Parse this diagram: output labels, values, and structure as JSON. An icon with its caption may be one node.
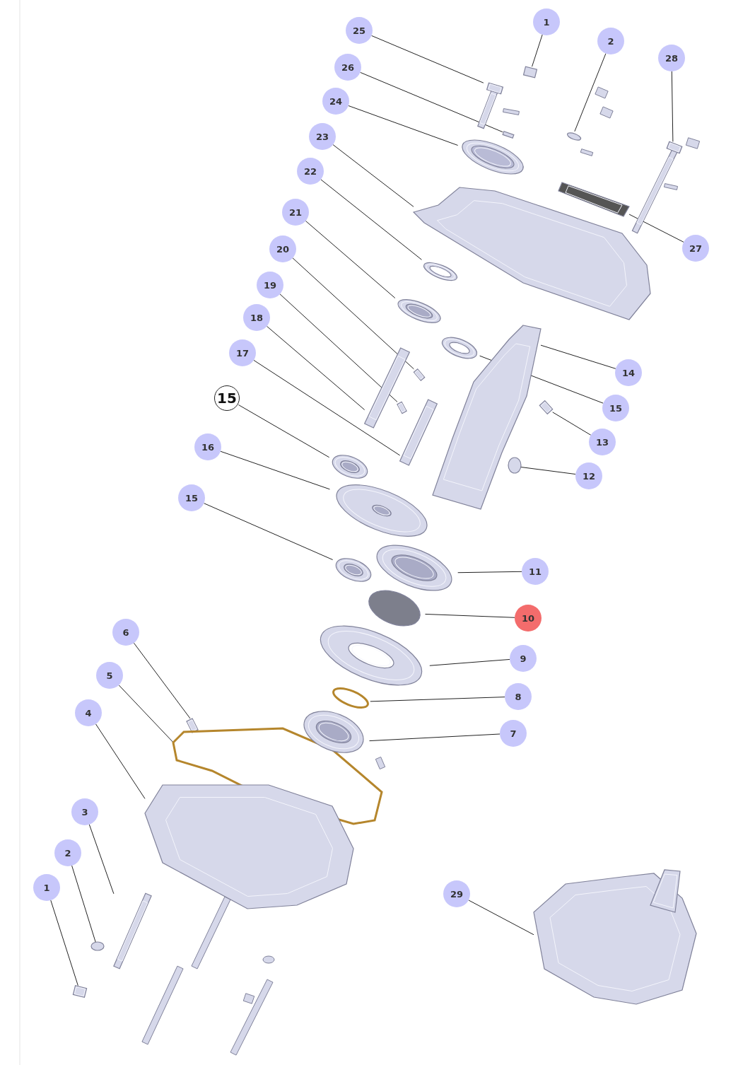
{
  "diagram": {
    "nodes": [
      {
        "text": [
          "1"
        ]
      },
      {
        "text": [
          "25"
        ]
      },
      {
        "text": [
          "2"
        ]
      },
      {
        "text": [
          "28"
        ]
      },
      {
        "text": [
          "26"
        ]
      },
      {
        "text": [
          "24"
        ]
      },
      {
        "text": [
          "23"
        ]
      },
      {
        "text": [
          "22"
        ]
      },
      {
        "text": [
          "21"
        ]
      },
      {
        "text": [
          "27"
        ]
      },
      {
        "text": [
          "20"
        ]
      },
      {
        "text": [
          "19"
        ]
      },
      {
        "text": [
          "18"
        ]
      },
      {
        "text": [
          "17"
        ]
      },
      {
        "text": [
          "14"
        ]
      },
      {
        "text": [
          "15"
        ]
      },
      {
        "text": [
          "15"
        ]
      },
      {
        "text": [
          "13"
        ]
      },
      {
        "text": [
          "16"
        ]
      },
      {
        "text": [
          "12"
        ]
      },
      {
        "text": [
          "15"
        ]
      },
      {
        "text": [
          "11"
        ]
      },
      {
        "text": [
          "10"
        ]
      },
      {
        "text": [
          "6"
        ]
      },
      {
        "text": [
          "9"
        ]
      },
      {
        "text": [
          "5"
        ]
      },
      {
        "text": [
          "8"
        ]
      },
      {
        "text": [
          "4"
        ]
      },
      {
        "text": [
          "7"
        ]
      },
      {
        "text": [
          "3"
        ]
      },
      {
        "text": [
          "2"
        ]
      },
      {
        "text": [
          "1"
        ]
      },
      {
        "text": [
          "29"
        ]
      },
      {
        "text": [],
        "shape": "box"
      },
      {
        "text": [],
        "shape": "picture"
      },
      {
        "text": [],
        "shape": "circle"
      },
      {
        "text": [],
        "shape": "picture"
      },
      {
        "text": [],
        "shape": "box"
      },
      {
        "text": [],
        "shape": "picture"
      },
      {
        "text": [],
        "shape": "picture"
      },
      {
        "text": [],
        "shape": "picture"
      },
      {
        "text": [],
        "shape": "picture"
      },
      {
        "text": [],
        "shape": "picture"
      },
      {
        "text": [],
        "shape": "picture"
      },
      {
        "text": [],
        "shape": "picture"
      },
      {
        "text": [],
        "shape": "picture"
      },
      {
        "text": [],
        "shape": "picture"
      },
      {
        "text": [],
        "shape": "picture"
      },
      {
        "text": [],
        "shape": "picture"
      },
      {
        "text": [],
        "shape": "picture"
      },
      {
        "text": [],
        "shape": "picture"
      },
      {
        "text": [],
        "shape": "picture"
      },
      {
        "text": [],
        "shape": "circle"
      },
      {
        "text": [],
        "shape": "picture"
      },
      {
        "text": [],
        "shape": "picture"
      },
      {
        "text": [],
        "shape": "circle"
      },
      {
        "text": [],
        "shape": "picture"
      },
      {
        "text": [],
        "shape": "picture"
      },
      {
        "text": [],
        "shape": "picture"
      },
      {
        "text": [],
        "shape": "circle"
      },
      {
        "text": [],
        "shape": "picture"
      },
      {
        "text": [],
        "shape": "picture"
      },
      {
        "text": [],
        "shape": "picture"
      },
      {
        "text": [],
        "shape": "circle"
      },
      {
        "text": [],
        "shape": "picture"
      },
      {
        "text": [],
        "shape": "picture"
      }
    ],
    "edges": [
      {
        "from": 0,
        "to": 33,
        "arrow": "none"
      },
      {
        "from": 1,
        "to": 34,
        "arrow": "none"
      },
      {
        "from": 2,
        "to": 35,
        "arrow": "none"
      },
      {
        "from": 3,
        "to": 36,
        "arrow": "none"
      },
      {
        "from": 4,
        "to": 37,
        "arrow": "none"
      },
      {
        "from": 5,
        "to": 38,
        "arrow": "none"
      },
      {
        "from": 6,
        "to": 39,
        "arrow": "none"
      },
      {
        "from": 7,
        "to": 40,
        "arrow": "none"
      },
      {
        "from": 8,
        "to": 41,
        "arrow": "none"
      },
      {
        "from": 9,
        "to": 42,
        "arrow": "none"
      },
      {
        "from": 10,
        "to": 43,
        "arrow": "none"
      },
      {
        "from": 11,
        "to": 44,
        "arrow": "none"
      },
      {
        "from": 12,
        "to": 45,
        "arrow": "none"
      },
      {
        "from": 13,
        "to": 46,
        "arrow": "none"
      },
      {
        "from": 14,
        "to": 47,
        "arrow": "none"
      },
      {
        "from": 15,
        "to": 48,
        "arrow": "none"
      },
      {
        "from": 16,
        "to": 49,
        "arrow": "none"
      },
      {
        "from": 17,
        "to": 50,
        "arrow": "none"
      },
      {
        "from": 18,
        "to": 51,
        "arrow": "none"
      },
      {
        "from": 19,
        "to": 52,
        "arrow": "none"
      },
      {
        "from": 20,
        "to": 53,
        "arrow": "none"
      },
      {
        "from": 21,
        "to": 54,
        "arrow": "none"
      },
      {
        "from": 22,
        "to": 55,
        "arrow": "none"
      },
      {
        "from": 23,
        "to": 56,
        "arrow": "none"
      },
      {
        "from": 24,
        "to": 57,
        "arrow": "none"
      },
      {
        "from": 25,
        "to": 58,
        "arrow": "none"
      },
      {
        "from": 26,
        "to": 59,
        "arrow": "none"
      },
      {
        "from": 27,
        "to": 60,
        "arrow": "none"
      },
      {
        "from": 28,
        "to": 61,
        "arrow": "none"
      },
      {
        "from": 29,
        "to": 62,
        "arrow": "none"
      },
      {
        "from": 30,
        "to": 63,
        "arrow": "none"
      },
      {
        "from": 31,
        "to": 64,
        "arrow": "none"
      },
      {
        "from": 32,
        "to": 65,
        "arrow": "none"
      }
    ]
  }
}
